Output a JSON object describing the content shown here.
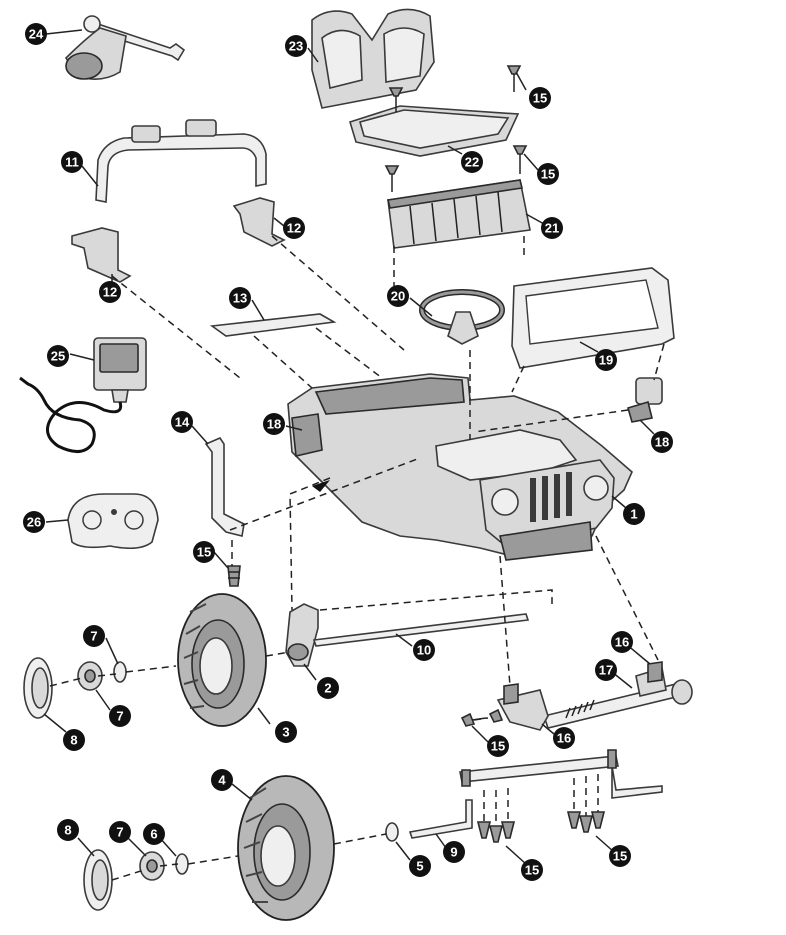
{
  "diagram": {
    "callouts": [
      {
        "id": "c24",
        "label": "24"
      },
      {
        "id": "c23",
        "label": "23"
      },
      {
        "id": "c15a",
        "label": "15"
      },
      {
        "id": "c22",
        "label": "22"
      },
      {
        "id": "c15b",
        "label": "15"
      },
      {
        "id": "c21",
        "label": "21"
      },
      {
        "id": "c11",
        "label": "11"
      },
      {
        "id": "c12a",
        "label": "12"
      },
      {
        "id": "c12b",
        "label": "12"
      },
      {
        "id": "c20",
        "label": "20"
      },
      {
        "id": "c13",
        "label": "13"
      },
      {
        "id": "c19",
        "label": "19"
      },
      {
        "id": "c25",
        "label": "25"
      },
      {
        "id": "c14",
        "label": "14"
      },
      {
        "id": "c18a",
        "label": "18"
      },
      {
        "id": "c18b",
        "label": "18"
      },
      {
        "id": "c1",
        "label": "1"
      },
      {
        "id": "c26",
        "label": "26"
      },
      {
        "id": "c15c",
        "label": "15"
      },
      {
        "id": "c7a",
        "label": "7"
      },
      {
        "id": "c10",
        "label": "10"
      },
      {
        "id": "c16a",
        "label": "16"
      },
      {
        "id": "c17",
        "label": "17"
      },
      {
        "id": "c2",
        "label": "2"
      },
      {
        "id": "c7b",
        "label": "7"
      },
      {
        "id": "c3",
        "label": "3"
      },
      {
        "id": "c8a",
        "label": "8"
      },
      {
        "id": "c15d",
        "label": "15"
      },
      {
        "id": "c16b",
        "label": "16"
      },
      {
        "id": "c4",
        "label": "4"
      },
      {
        "id": "c8b",
        "label": "8"
      },
      {
        "id": "c7c",
        "label": "7"
      },
      {
        "id": "c6",
        "label": "6"
      },
      {
        "id": "c5",
        "label": "5"
      },
      {
        "id": "c9",
        "label": "9"
      },
      {
        "id": "c15e",
        "label": "15"
      },
      {
        "id": "c15f",
        "label": "15"
      }
    ]
  }
}
